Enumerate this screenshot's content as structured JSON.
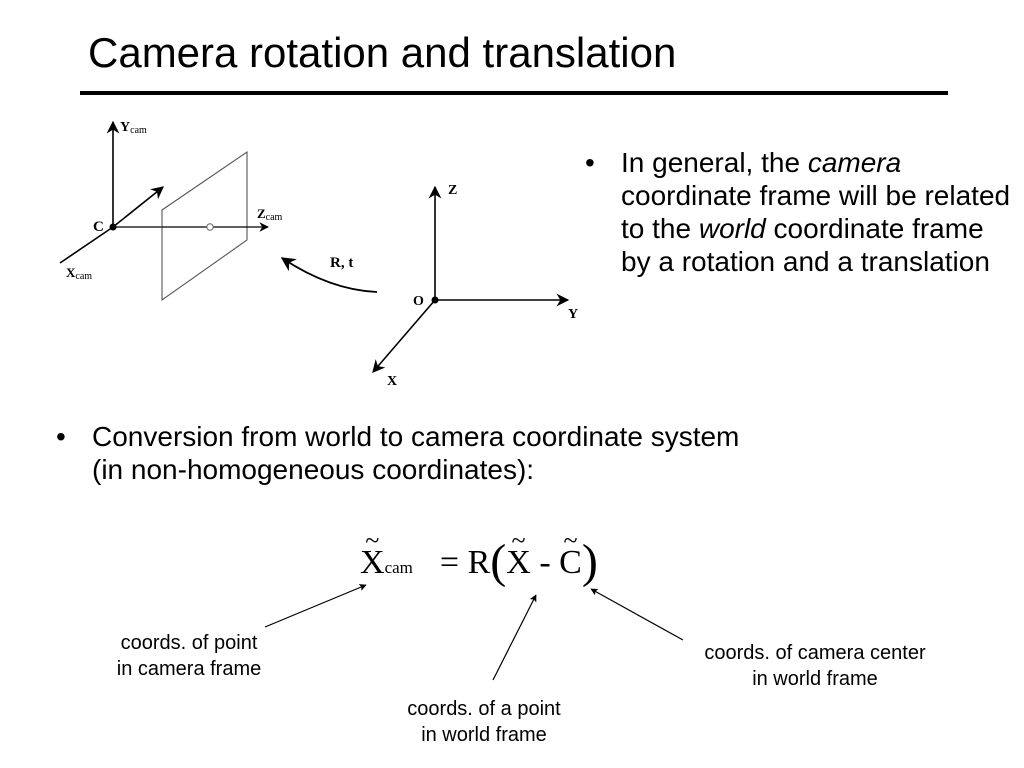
{
  "slide": {
    "title": "Camera rotation and translation"
  },
  "bullets": {
    "first": {
      "marker": "•",
      "text_1": "In general, the ",
      "em_1": "camera",
      "text_2": " coordinate frame will be related to the ",
      "em_2": "world",
      "text_3": " coordinate frame by a rotation and a translation"
    },
    "second": {
      "marker": "•",
      "line_1": "Conversion from world to camera coordinate system",
      "line_2": "(in non-homogeneous coordinates):"
    }
  },
  "diagram": {
    "camera": {
      "y_axis": "Y",
      "y_sub": "cam",
      "z_axis": "Z",
      "z_sub": "cam",
      "x_axis": "X",
      "x_sub": "cam",
      "center": "C"
    },
    "transform_label": "R, t",
    "world": {
      "z_axis": "Z",
      "y_axis": "Y",
      "x_axis": "X",
      "origin": "O"
    }
  },
  "equation": {
    "tilde": "~",
    "lhs_symbol": "X",
    "lhs_sub": "cam",
    "equals": "=",
    "rotation": "R",
    "open_paren": "(",
    "point_symbol": "X",
    "minus": "-",
    "center_symbol": "C",
    "close_paren": ")"
  },
  "annotations": {
    "camera_point": {
      "line_1": "coords. of point",
      "line_2": "in camera frame"
    },
    "world_point": {
      "line_1": "coords. of a point",
      "line_2": "in world frame"
    },
    "camera_center": {
      "line_1": "coords. of camera center",
      "line_2": "in world frame"
    }
  }
}
